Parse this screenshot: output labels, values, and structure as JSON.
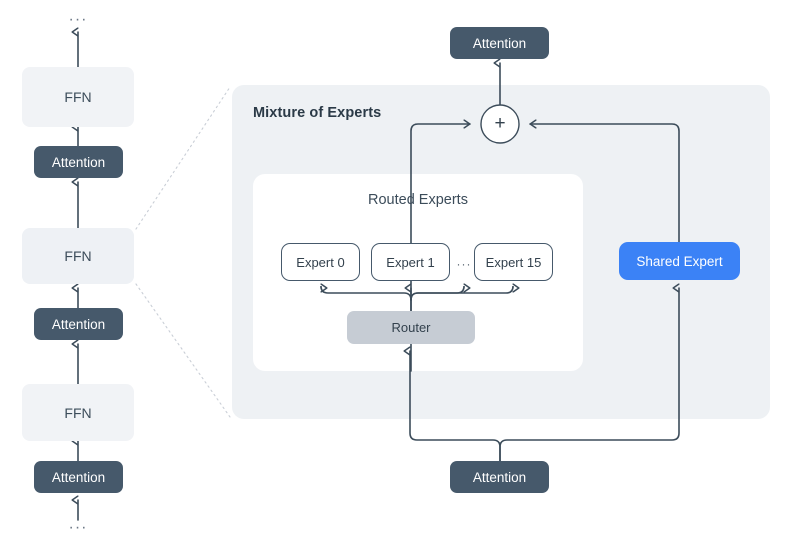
{
  "diagram": {
    "title_panel": "Mixture of Experts",
    "title_inner": "Routed Experts",
    "colors": {
      "attention_fill": "#46596b",
      "ffn_fill": "#f1f3f6",
      "shared_expert_fill": "#3b82f6",
      "router_fill": "#c6ccd4",
      "panel_fill": "#eef1f4",
      "inner_panel_fill": "#ffffff",
      "stroke": "#3c4c5a",
      "dotted_stroke": "#c9ced6"
    }
  },
  "stack": {
    "top_ellipsis": "···",
    "bottom_ellipsis": "···",
    "blocks": [
      {
        "label": "FFN",
        "type": "ffn"
      },
      {
        "label": "Attention",
        "type": "attention"
      },
      {
        "label": "FFN",
        "type": "ffn-focus"
      },
      {
        "label": "Attention",
        "type": "attention"
      },
      {
        "label": "FFN",
        "type": "ffn"
      },
      {
        "label": "Attention",
        "type": "attention"
      }
    ]
  },
  "moe": {
    "output_attention": "Attention",
    "input_attention": "Attention",
    "add_symbol": "+",
    "router": "Router",
    "shared_expert": "Shared Expert",
    "experts": [
      {
        "label": "Expert 0"
      },
      {
        "label": "Expert 1"
      },
      {
        "label": "Expert 15"
      }
    ],
    "experts_ellipsis": "···"
  }
}
